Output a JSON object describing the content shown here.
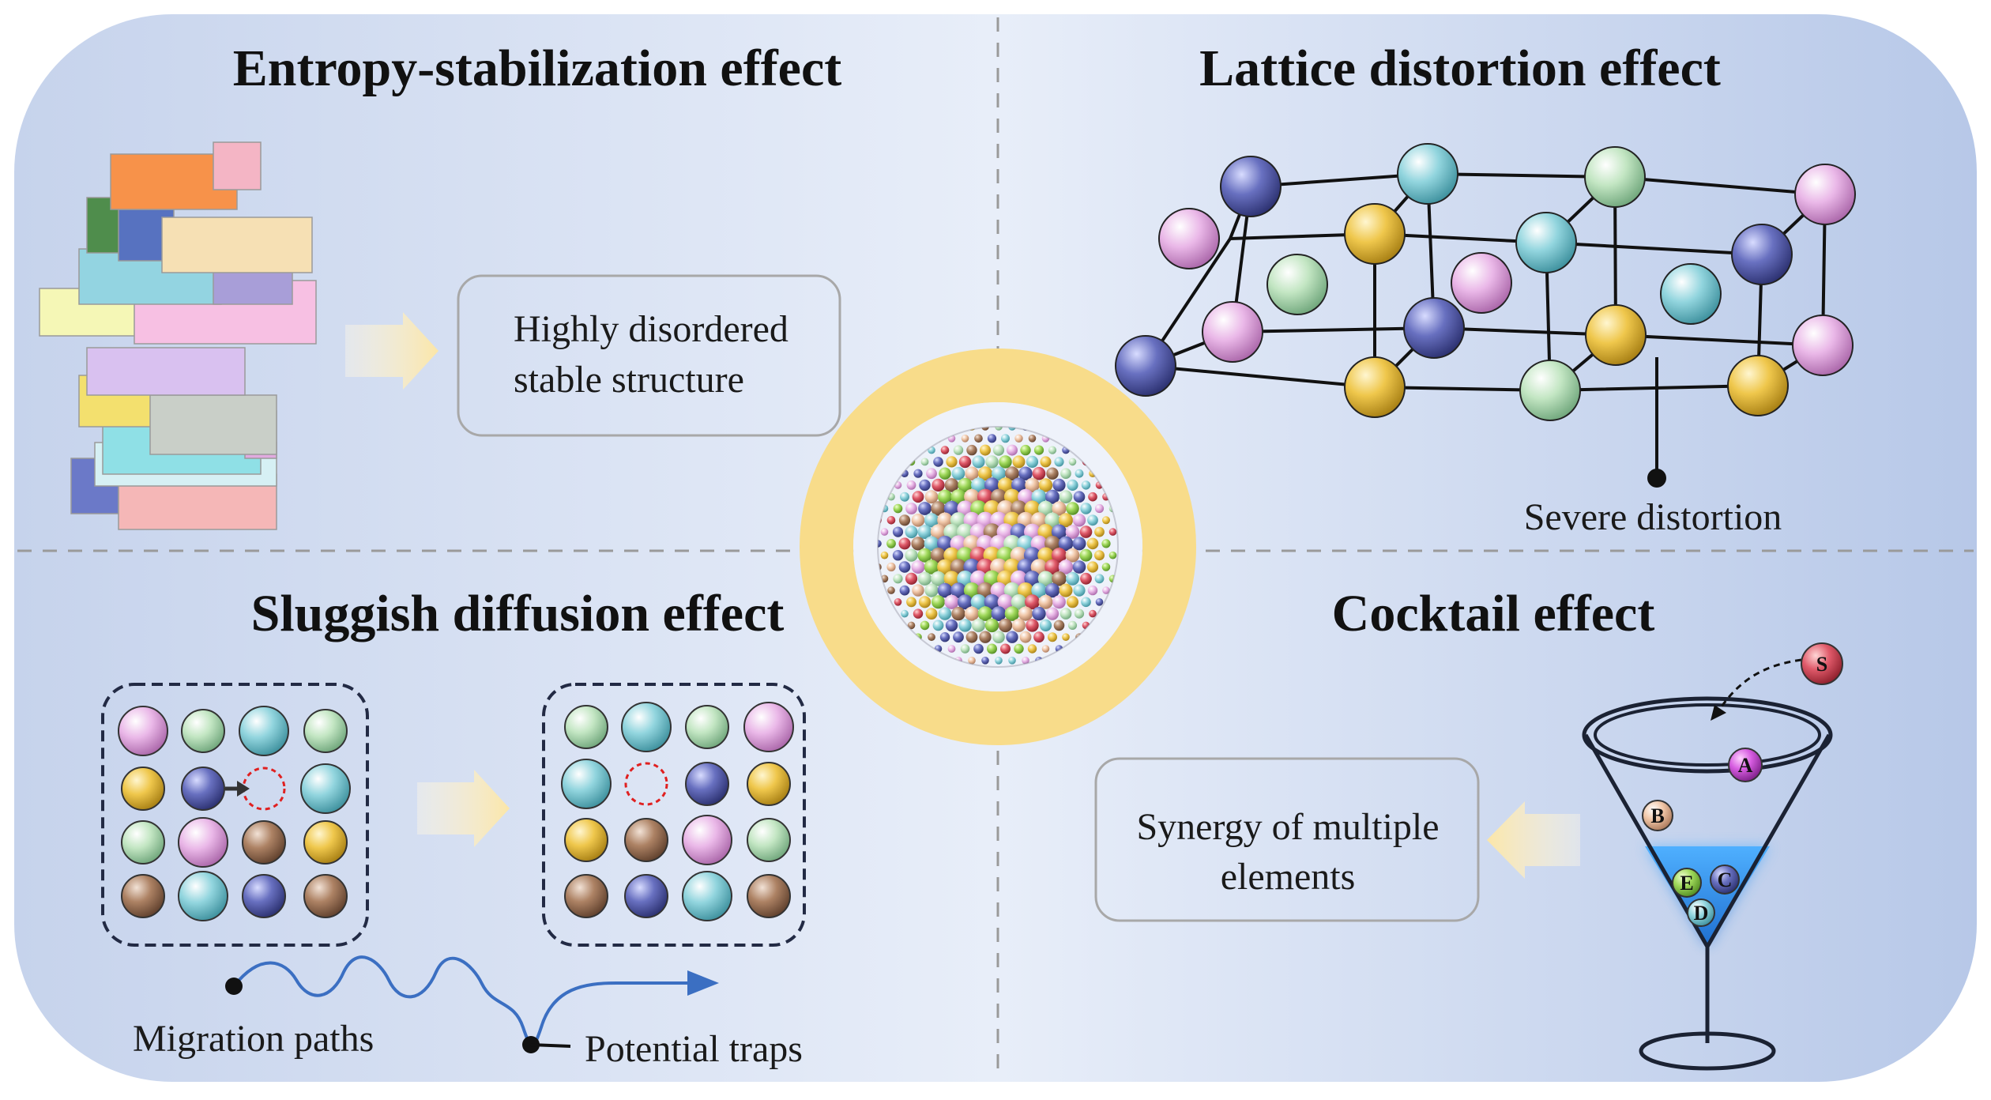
{
  "panels": {
    "top_left": {
      "title": "Entropy-stabilization effect",
      "box_line1": "Highly disordered",
      "box_line2": "stable structure"
    },
    "top_right": {
      "title": "Lattice distortion effect",
      "annotation": "Severe distortion"
    },
    "bottom_left": {
      "title": "Sluggish diffusion effect",
      "path_label": "Migration paths",
      "trap_label": "Potential traps"
    },
    "bottom_right": {
      "title": "Cocktail effect",
      "box_line1": "Synergy of multiple",
      "box_line2": "elements",
      "ball_letters": [
        "S",
        "A",
        "B",
        "C",
        "D",
        "E"
      ]
    }
  },
  "colors": {
    "background": "#c9d6ec",
    "ring": "#f8dc8a",
    "atom_pink": "#e9b3e6",
    "atom_mint": "#bfe3bf",
    "atom_teal": "#8fd3dc",
    "atom_navy": "#5a62b0",
    "atom_yellow": "#ecc34a",
    "atom_brown": "#a97d60",
    "liquid": "#2e8fe8"
  }
}
